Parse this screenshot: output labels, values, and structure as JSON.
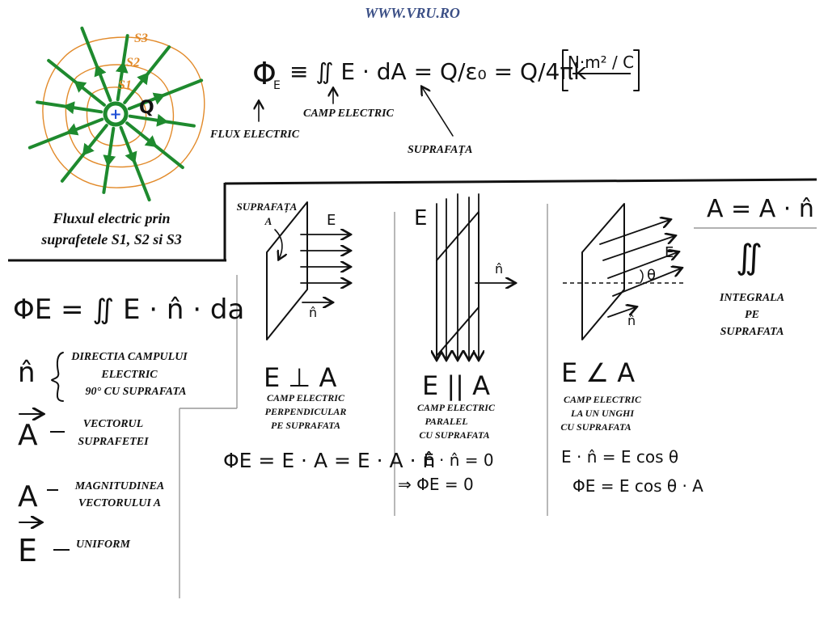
{
  "site": "WWW.VRU.RO",
  "charge": {
    "shells": [
      "S3",
      "S2",
      "S1"
    ],
    "charge_label": "Q",
    "caption": [
      "Fluxul electric prin",
      "suprafetele S1, S2 si S3"
    ],
    "colors": {
      "field_lines": "#1e8a2e",
      "shells": "#e28a2a",
      "charge_sign": "#1e4fd6"
    }
  },
  "gauss": {
    "flux_symbol": "Φ",
    "flux_sub": "E",
    "rhs": "≡ ∬ E · dA = Q/ε₀ = Q/4πk",
    "units": "N·m² / C",
    "labels": {
      "flux": "FLUX ELECTRIC",
      "field": "CAMP ELECTRIC",
      "surface": "SUPRAFAȚA"
    }
  },
  "definitions": {
    "flux_equation": "ΦE = ∬ E · n̂ · da",
    "items": [
      {
        "symbol": "n̂",
        "desc": [
          "DIRECTIA CAMPULUI",
          "ELECTRIC",
          "90° CU SUPRAFATA"
        ]
      },
      {
        "symbol": "A",
        "desc": [
          "VECTORUL",
          "SUPRAFETEI"
        ]
      },
      {
        "symbol": "A",
        "desc": [
          "MAGNITUDINEA",
          "VECTORULUI A"
        ]
      },
      {
        "symbol": "E",
        "desc": [
          "UNIFORM"
        ]
      }
    ]
  },
  "cases": [
    {
      "surface_label": [
        "SUPRAFAȚA",
        "A"
      ],
      "relation": "E ⊥ A",
      "caption": [
        "CAMP ELECTRIC",
        "PERPENDICULAR",
        "PE SUPRAFATA"
      ],
      "equations": [
        "ΦE = E · A = E · A · n̂"
      ]
    },
    {
      "relation": "E || A",
      "caption": [
        "CAMP ELECTRIC",
        "PARALEL",
        "CU SUPRAFATA"
      ],
      "equations": [
        "E · n̂ = 0",
        "⇒ ΦE = 0"
      ]
    },
    {
      "relation": "E ∠ A",
      "caption": [
        "CAMP ELECTRIC",
        "LA UN UNGHI",
        "CU SUPRAFATA"
      ],
      "equations": [
        "E · n̂ = E cos θ",
        "ΦE = E cos θ · A"
      ]
    }
  ],
  "side": {
    "formula": "A = A · n̂",
    "integral": "∬",
    "caption": [
      "INTEGRALA",
      "PE",
      "SUPRAFATA"
    ]
  },
  "glyphs": {
    "E": "E",
    "n": "n̂",
    "theta": "θ"
  }
}
